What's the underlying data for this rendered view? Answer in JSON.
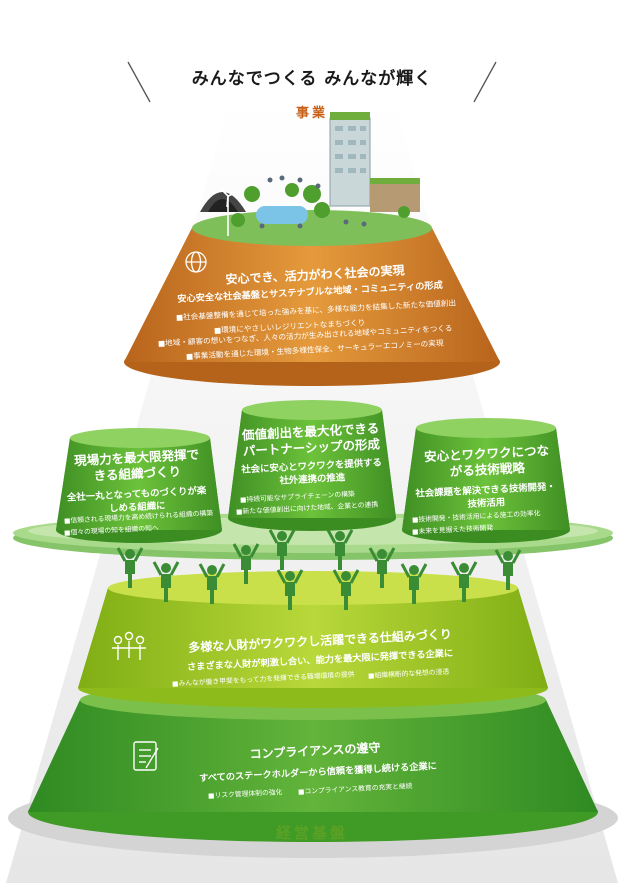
{
  "headline": "みんなでつくる みんなが輝く",
  "top_label": "事業",
  "bottom_label": "経営基盤",
  "business": {
    "title": "安心でき、活力がわく社会の実現",
    "subtitle": "安心安全な社会基盤とサステナブルな地域・コミュニティの形成",
    "bullets": [
      "社会基盤整備を通じて培った強みを基に、多様な能力を結集した新たな価値創出",
      "環境にやさしいレジリエントなまちづくり",
      "地域・顧客の想いをつなぎ、人々の活力が生み出される地域やコミュニティをつくる",
      "事業活動を通じた環境・生物多様性保全、サーキュラーエコノミーの実現"
    ]
  },
  "pillars": [
    {
      "title": "現場力を最大限発揮できる組織づくり",
      "subtitle": "全社一丸となってものづくりが楽しめる組織に",
      "bullets": [
        "信頼される現場力を高め続けられる組織の構築",
        "個々の現場の知を組織の知へ"
      ]
    },
    {
      "title": "価値創出を最大化できるパートナーシップの形成",
      "subtitle": "社会に安心とワクワクを提供する社外連携の推進",
      "bullets": [
        "持続可能なサプライチェーンの構築",
        "新たな価値創出に向けた地域、企業との連携"
      ]
    },
    {
      "title": "安心とワクワクにつながる技術戦略",
      "subtitle": "社会課題を解決できる技術開発・技術活用",
      "bullets": [
        "技術開発・技術活用による施工の効率化",
        "未来を見据えた技術開発"
      ]
    }
  ],
  "people_tier": {
    "title": "多様な人財がワクワクし活躍できる仕組みづくり",
    "subtitle": "さまざまな人財が刺激し合い、能力を最大限に発揮できる企業に",
    "bullets": [
      "みんなが働き甲斐をもって力を発揮できる職場環境の提供",
      "組織横断的な発想の浸透"
    ]
  },
  "compliance_tier": {
    "title": "コンプライアンスの遵守",
    "subtitle": "すべてのステークホルダーから信頼を獲得し続ける企業に",
    "bullets": [
      "リスク管理体制の強化",
      "コンプライアンス教育の充実と継続"
    ]
  },
  "colors": {
    "business": "#d9822b",
    "pillar": "#5aae2e",
    "people": "#a2c81e",
    "compliance": "#4fa32a",
    "figures": "#3a8c35",
    "headline_text": "#5a9a1e",
    "top_label_text": "#c8611a"
  },
  "icons": [
    "globe-icon",
    "people-icon",
    "document-icon"
  ]
}
